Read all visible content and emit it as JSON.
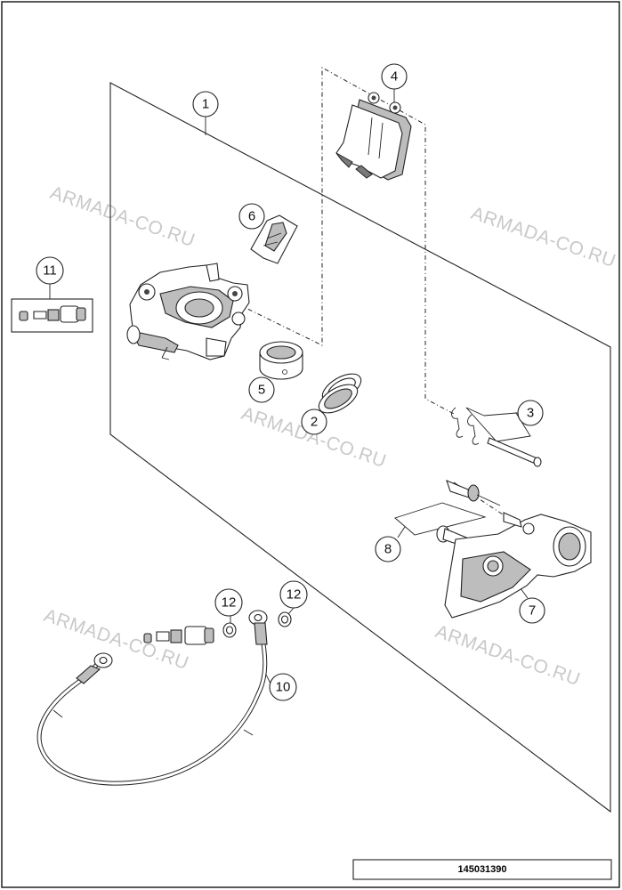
{
  "diagram": {
    "callouts": [
      "1",
      "2",
      "3",
      "4",
      "5",
      "6",
      "7",
      "8",
      "10",
      "11",
      "12",
      "12"
    ],
    "watermarks": [
      "ARMADA-CO.RU",
      "ARMADA-CO.RU",
      "ARMADA-CO.RU",
      "ARMADA-CO.RU",
      "ARMADA-CO.RU"
    ],
    "part_number": "145031390"
  }
}
